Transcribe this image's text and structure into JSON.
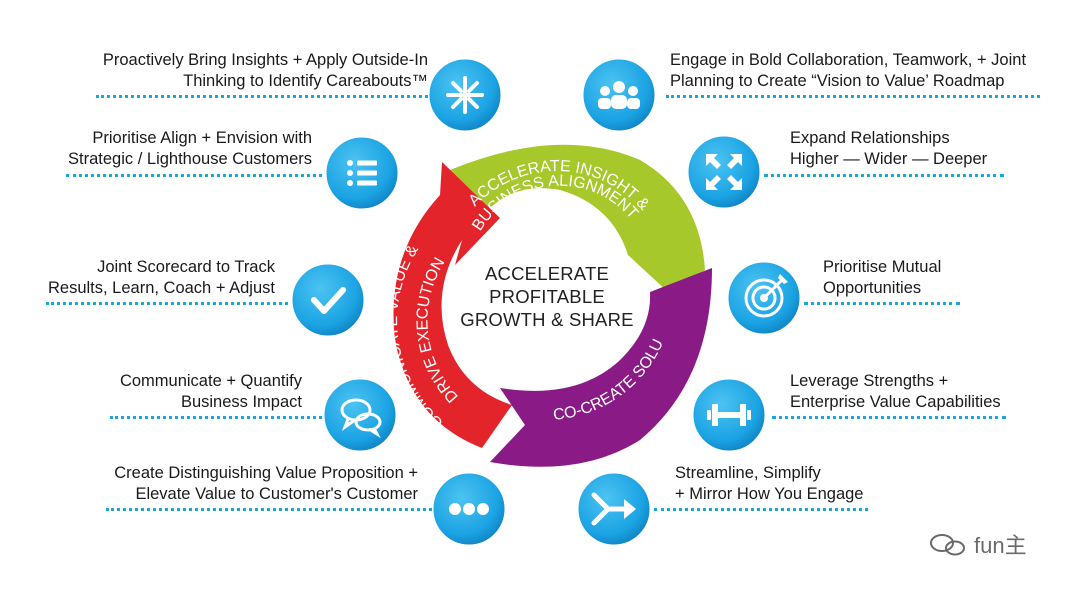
{
  "center": {
    "lines": [
      "ACCELERATE",
      "PROFITABLE",
      "GROWTH & SHARE"
    ]
  },
  "arcs": {
    "green": "ACCELERATE INSIGHT & BUSINESS ALIGNMENT",
    "green_line1": "ACCELERATE INSIGHT &",
    "green_line2": "BUSINESS ALIGNMENT",
    "purple": "CO-CREATE SOLUTIONS",
    "red_line1": "COMMUNICATE VALUE &",
    "red_line2": "DRIVE EXECUTION"
  },
  "colors": {
    "green": "#a6c82a",
    "purple": "#8a1a86",
    "red": "#e3242b",
    "icon_blue": "#1ba3e3",
    "dots_blue": "#1aa7e1"
  },
  "left_items": [
    {
      "lines": [
        "Proactively Bring Insights + Apply Outside-In",
        "Thinking to Identify Careabouts™"
      ],
      "icon": "compass-star-icon"
    },
    {
      "lines": [
        "Prioritise Align + Envision with",
        "Strategic / Lighthouse Customers"
      ],
      "icon": "list-icon"
    },
    {
      "lines": [
        "Joint Scorecard to Track",
        "Results, Learn, Coach + Adjust"
      ],
      "icon": "checkmark-icon"
    },
    {
      "lines": [
        "Communicate + Quantify",
        "Business Impact"
      ],
      "icon": "chat-bubbles-icon"
    },
    {
      "lines": [
        "Create Distinguishing Value Proposition +",
        "Elevate Value to Customer's Customer"
      ],
      "icon": "three-dots-icon"
    }
  ],
  "right_items": [
    {
      "lines": [
        "Engage in Bold Collaboration, Teamwork, + Joint",
        "Planning to Create “Vision to Value’ Roadmap"
      ],
      "icon": "team-icon"
    },
    {
      "lines": [
        "Expand Relationships",
        "Higher — Wider — Deeper"
      ],
      "icon": "expand-arrows-icon"
    },
    {
      "lines": [
        "Prioritise Mutual",
        "Opportunities"
      ],
      "icon": "target-icon"
    },
    {
      "lines": [
        "Leverage Strengths +",
        "Enterprise Value Capabilities"
      ],
      "icon": "dumbbell-icon"
    },
    {
      "lines": [
        "Streamline, Simplify",
        "+ Mirror How You Engage"
      ],
      "icon": "merge-arrow-icon"
    }
  ],
  "watermark": "fun主"
}
